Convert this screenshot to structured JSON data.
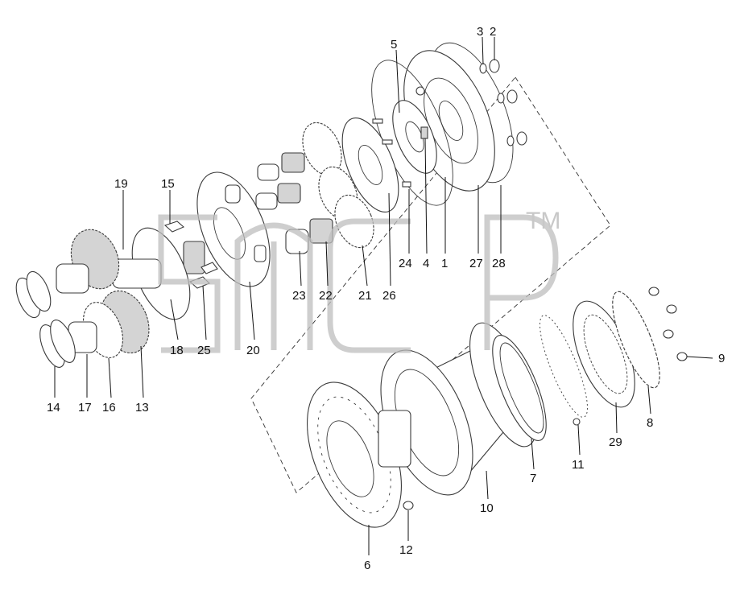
{
  "diagram": {
    "watermark": "TM",
    "labels": [
      {
        "id": "1",
        "text": "1"
      },
      {
        "id": "2",
        "text": "2"
      },
      {
        "id": "3",
        "text": "3"
      },
      {
        "id": "4",
        "text": "4"
      },
      {
        "id": "5",
        "text": "5"
      },
      {
        "id": "6",
        "text": "6"
      },
      {
        "id": "7",
        "text": "7"
      },
      {
        "id": "8",
        "text": "8"
      },
      {
        "id": "9",
        "text": "9"
      },
      {
        "id": "10",
        "text": "10"
      },
      {
        "id": "11",
        "text": "11"
      },
      {
        "id": "12",
        "text": "12"
      },
      {
        "id": "13",
        "text": "13"
      },
      {
        "id": "14",
        "text": "14"
      },
      {
        "id": "15",
        "text": "15"
      },
      {
        "id": "16",
        "text": "16"
      },
      {
        "id": "17",
        "text": "17"
      },
      {
        "id": "18",
        "text": "18"
      },
      {
        "id": "19",
        "text": "19"
      },
      {
        "id": "20",
        "text": "20"
      },
      {
        "id": "21",
        "text": "21"
      },
      {
        "id": "22",
        "text": "22"
      },
      {
        "id": "23",
        "text": "23"
      },
      {
        "id": "24",
        "text": "24"
      },
      {
        "id": "25",
        "text": "25"
      },
      {
        "id": "26",
        "text": "26"
      },
      {
        "id": "27",
        "text": "27"
      },
      {
        "id": "28",
        "text": "28"
      },
      {
        "id": "29",
        "text": "29"
      }
    ]
  }
}
